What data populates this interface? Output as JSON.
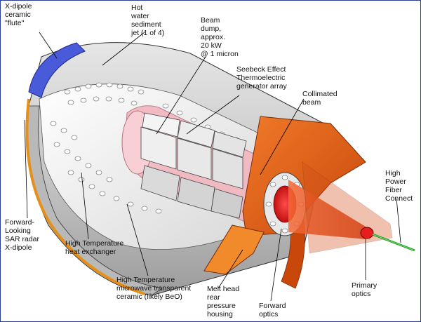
{
  "labels": {
    "x_dipole_flute": "X-dipole\nceramic\n\"flute\"",
    "hot_water_jet": "Hot\nwater\nsediment\njet (1 of 4)",
    "beam_dump": "Beam\ndump,\napprox.\n20 kW\n@ 1 micron",
    "seebeck": "Seebeck Effect\nThermoelectric\ngenerator array",
    "collimated_beam": "Collimated\nbeam",
    "fiber_connect": "High\nPower\nFiber\nConnect",
    "sar_radar": "Forward-\nLooking\nSAR radar\nX-dipole",
    "heat_exchanger": "High Temperature\nheat exchanger",
    "microwave_ceramic": "High Temperature\nmicrowave transparent\nceramic (likely BeO)",
    "melt_head_housing": "Melt head\nrear\npressure\nhousing",
    "forward_optics": "Forward\noptics",
    "primary_optics": "Primary\noptics"
  },
  "colors": {
    "frame": "#2a3f8f",
    "shell": "#c9c9c9",
    "ceramic_flute": "#4a5bd9",
    "orange_housing": "#e25a0f",
    "optics_red": "#e81e1e",
    "fiber_green": "#1a9d1a",
    "beam_pink": "#f2b6bf"
  }
}
